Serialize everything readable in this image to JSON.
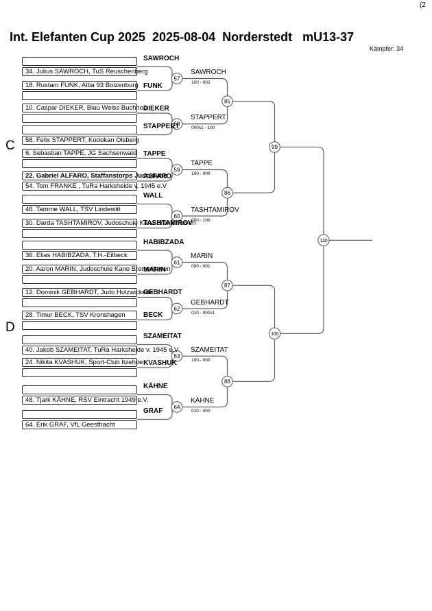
{
  "page": {
    "corner_note": "(2",
    "title": "Int. Elefanten Cup 2025  2025-08-04  Norderstedt   mU13-37",
    "fighter_count_label": "Kämpfer: 34",
    "pool_letters": [
      "C",
      "D"
    ]
  },
  "bracket": {
    "slots": [
      {
        "label": "SAWROCH",
        "top_text": "",
        "bottom_text": "34. Julius SAWROCH, TuS Reuschenberg",
        "top_bold": false,
        "bottom_bold": false
      },
      {
        "label": "FUNK",
        "top_text": "18. Rustam FUNK, Alba 93 Boizenburg",
        "bottom_text": "",
        "top_bold": false,
        "bottom_bold": false
      },
      {
        "label": "DIEKER",
        "top_text": "10. Caspar DIEKER, Blau Weiss Buchholz",
        "bottom_text": "",
        "top_bold": false,
        "bottom_bold": false
      },
      {
        "label": "STAPPERT",
        "top_text": "",
        "bottom_text": "58. Felix STAPPERT, Kodokan Olsberg",
        "top_bold": false,
        "bottom_bold": false
      },
      {
        "label": "TAPPE",
        "top_text": "6. Sebastian TAPPE, JG Sachsenwald",
        "bottom_text": "",
        "top_bold": false,
        "bottom_bold": false
      },
      {
        "label": "ALFARO",
        "top_text": "22. Gabriel ALFARO, Staffanstorps Judoklubb",
        "bottom_text": "54. Tom FRANKE , TuRa Harksheide v. 1945 e.V",
        "top_bold": true,
        "bottom_bold": false
      },
      {
        "label": "WALL",
        "top_text": "",
        "bottom_text": "46. Tamme WALL, TSV Lindewitt",
        "top_bold": false,
        "bottom_bold": false
      },
      {
        "label": "TASHTAMIROV",
        "top_text": "30. Darda TASHTAMIROV, Judoschule Kano Bremerhaven",
        "bottom_text": "",
        "top_bold": false,
        "bottom_bold": false
      },
      {
        "label": "HABIBZADA",
        "top_text": "",
        "bottom_text": "36. Elias HABIBZADA, T.H.-Eilbeck",
        "top_bold": false,
        "bottom_bold": false
      },
      {
        "label": "MARIN",
        "top_text": "20. Aaron MARIN, Judoschule Kano Bremerhaven",
        "bottom_text": "",
        "top_bold": false,
        "bottom_bold": false
      },
      {
        "label": "GEBHARDT",
        "top_text": "12. Dominik GEBHARDT, Judo Holzwickede",
        "bottom_text": "",
        "top_bold": false,
        "bottom_bold": false
      },
      {
        "label": "BECK",
        "top_text": "28. Timur BECK, TSV Kronshagen",
        "bottom_text": "",
        "top_bold": false,
        "bottom_bold": false
      },
      {
        "label": "SZAMEITAT",
        "top_text": "",
        "bottom_text": "40. Jakob SZAMEITAT, TuRa Harksheide v. 1945 e.V",
        "top_bold": false,
        "bottom_bold": false
      },
      {
        "label": "KVASHUK",
        "top_text": "24. Nikita KVASHUK, Sport-Club Itzehoe",
        "bottom_text": "",
        "top_bold": false,
        "bottom_bold": false
      },
      {
        "label": "KÄHNE",
        "top_text": "",
        "bottom_text": "48. Tjark KÄHNE, RSV Eintracht 1949 e.V.",
        "top_bold": false,
        "bottom_bold": false
      },
      {
        "label": "GRAF",
        "top_text": "",
        "bottom_text": "64. Erik GRAF, VfL Geesthacht",
        "top_bold": false,
        "bottom_bold": false
      }
    ],
    "round1_matches": [
      {
        "number": "57",
        "winner": "SAWROCH",
        "score": "100 - 002"
      },
      {
        "number": "58",
        "winner": "STAPPERT",
        "score": "000s1 - 100"
      },
      {
        "number": "59",
        "winner": "TAPPE",
        "score": "100 - 000"
      },
      {
        "number": "60",
        "winner": "TASHTAMIROV",
        "score": "000 - 100"
      },
      {
        "number": "61",
        "winner": "MARIN",
        "score": "000 - 001"
      },
      {
        "number": "62",
        "winner": "GEBHARDT",
        "score": "010 - 000s1"
      },
      {
        "number": "63",
        "winner": "SZAMEITAT",
        "score": "100 - 000"
      },
      {
        "number": "64",
        "winner": "KÄHNE",
        "score": "010 - 000"
      }
    ],
    "round2_matches": [
      {
        "number": "85"
      },
      {
        "number": "86"
      },
      {
        "number": "87"
      },
      {
        "number": "88"
      }
    ],
    "round3_matches": [
      {
        "number": "99"
      },
      {
        "number": "100"
      }
    ],
    "final_match": {
      "number": "110"
    }
  }
}
